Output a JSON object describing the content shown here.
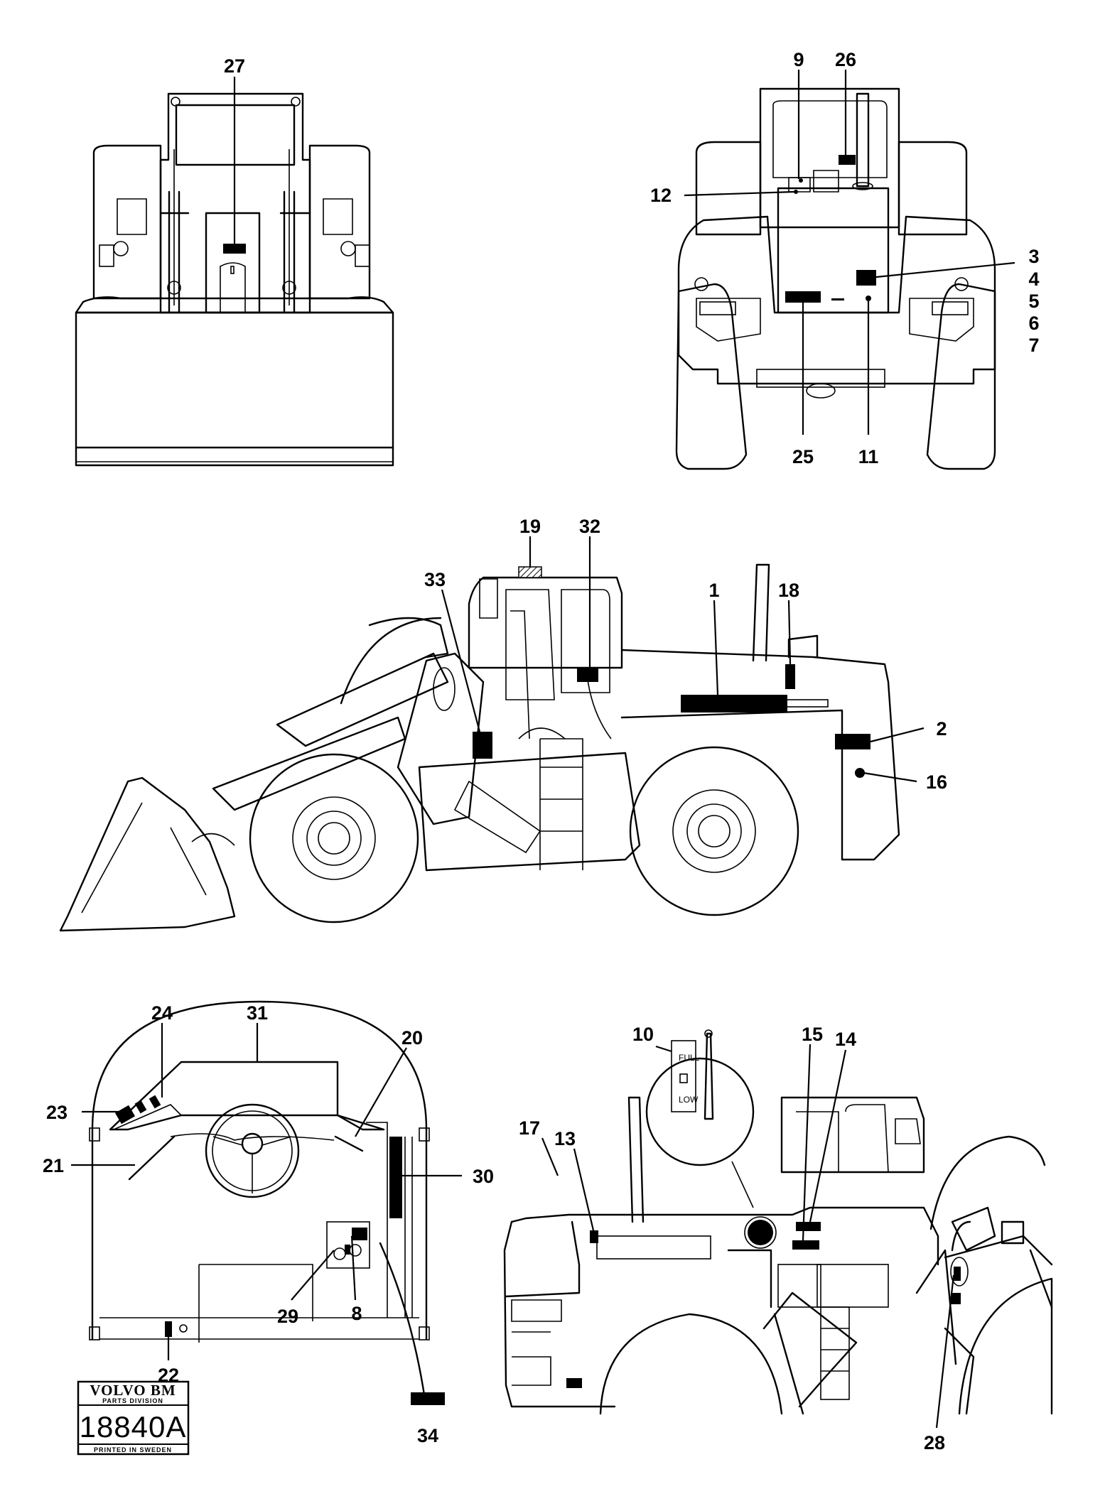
{
  "callouts": {
    "c1": "1",
    "c2": "2",
    "c3": "3",
    "c4": "4",
    "c5": "5",
    "c6": "6",
    "c7": "7",
    "c8": "8",
    "c9": "9",
    "c10": "10",
    "c11": "11",
    "c12": "12",
    "c13": "13",
    "c14": "14",
    "c15": "15",
    "c16": "16",
    "c17": "17",
    "c18": "18",
    "c19": "19",
    "c20": "20",
    "c21": "21",
    "c22": "22",
    "c23": "23",
    "c24": "24",
    "c25": "25",
    "c26": "26",
    "c27": "27",
    "c28": "28",
    "c29": "29",
    "c30": "30",
    "c31": "31",
    "c32": "32",
    "c33": "33",
    "c34": "34"
  },
  "gauge": {
    "full": "FULL",
    "low": "LOW"
  },
  "stamp": {
    "brand": "VOLVO BM",
    "division": "PARTS DIVISION",
    "number": "18840A",
    "printed": "PRINTED IN SWEDEN"
  }
}
